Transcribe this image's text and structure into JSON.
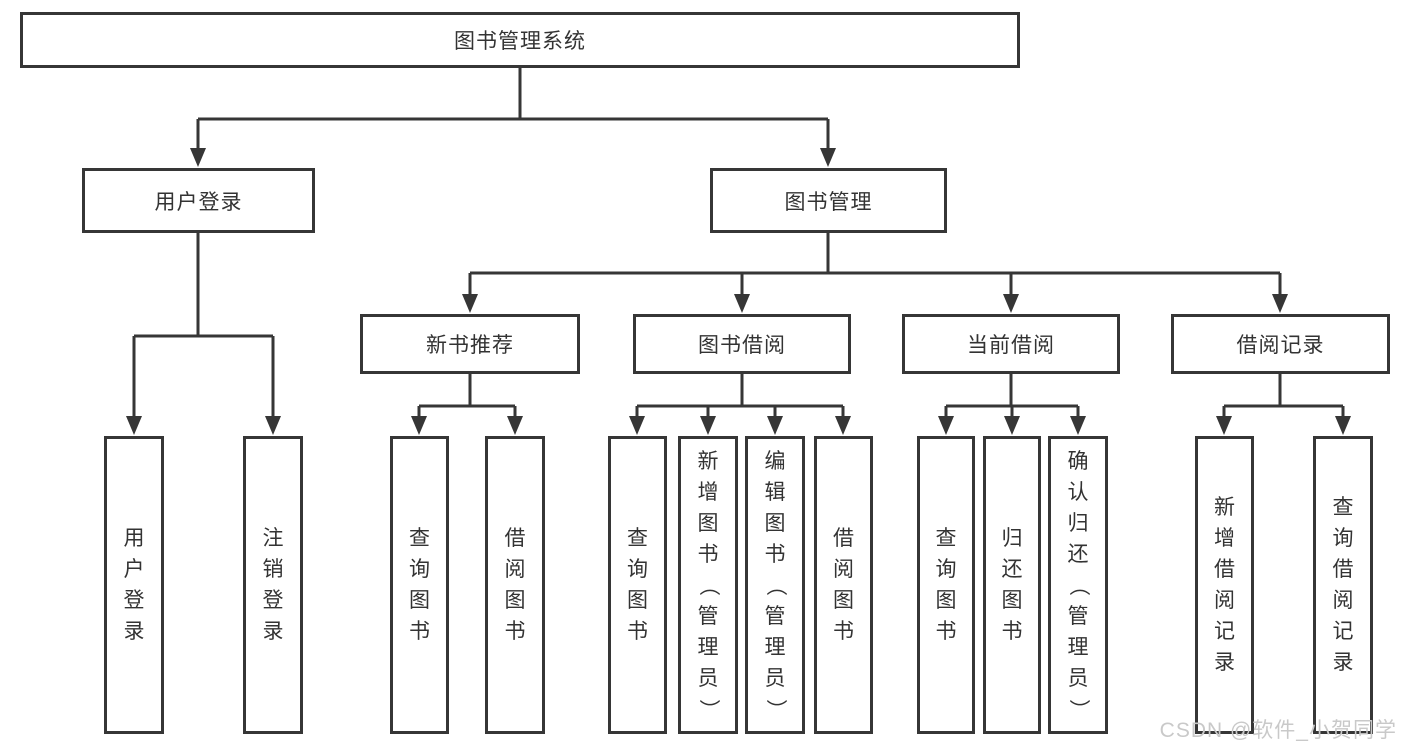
{
  "diagram": {
    "root": {
      "label": "图书管理系统"
    },
    "branches": [
      {
        "label": "用户登录",
        "children": [
          {
            "label": "用户登录"
          },
          {
            "label": "注销登录"
          }
        ]
      },
      {
        "label": "图书管理",
        "children": [
          {
            "label": "新书推荐",
            "children": [
              {
                "label": "查询图书"
              },
              {
                "label": "借阅图书"
              }
            ]
          },
          {
            "label": "图书借阅",
            "children": [
              {
                "label": "查询图书"
              },
              {
                "label": "新增图书（管理员）"
              },
              {
                "label": "编辑图书（管理员）"
              },
              {
                "label": "借阅图书"
              }
            ]
          },
          {
            "label": "当前借阅",
            "children": [
              {
                "label": "查询图书"
              },
              {
                "label": "归还图书"
              },
              {
                "label": "确认归还（管理员）"
              }
            ]
          },
          {
            "label": "借阅记录",
            "children": [
              {
                "label": "新增借阅记录"
              },
              {
                "label": "查询借阅记录"
              }
            ]
          }
        ]
      }
    ]
  },
  "watermark": {
    "text": "CSDN @软件_小贺同学"
  },
  "colors": {
    "line": "#363636",
    "box_border": "#363636",
    "box_fill": "#ffffff",
    "text": "#333333",
    "watermark": "#c9c9c9",
    "background": "#ffffff"
  }
}
